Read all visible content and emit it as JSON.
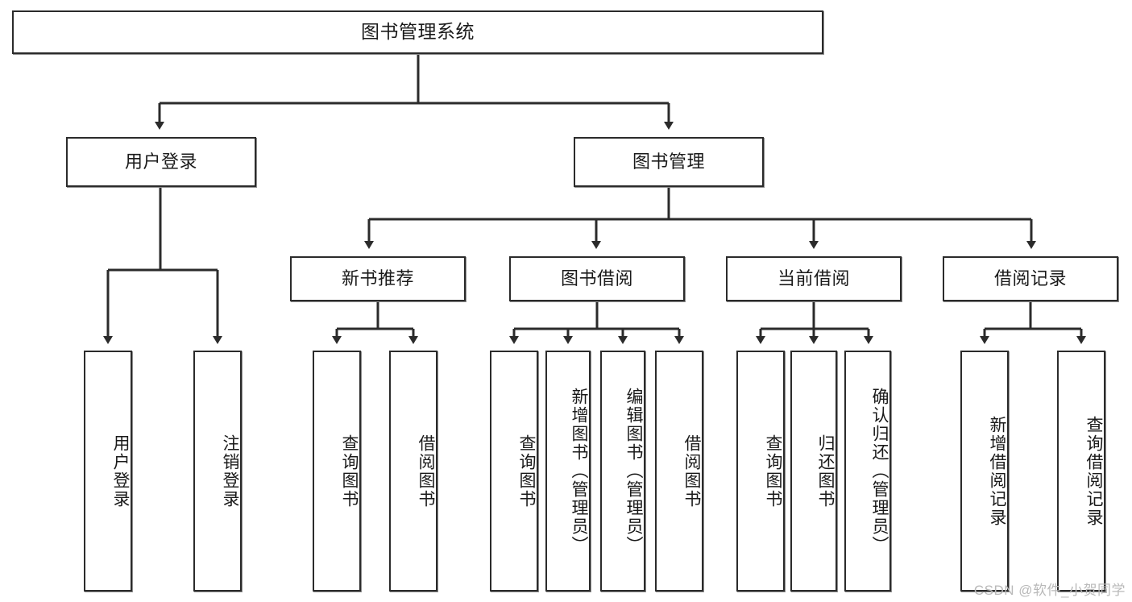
{
  "diagram": {
    "title_root": "图书管理系统",
    "watermark": "CSDN @软件_小贺同学",
    "level1": [
      {
        "label": "用户登录"
      },
      {
        "label": "图书管理"
      }
    ],
    "level2": [
      {
        "label": "新书推荐"
      },
      {
        "label": "图书借阅"
      },
      {
        "label": "当前借阅"
      },
      {
        "label": "借阅记录"
      }
    ],
    "leaves": {
      "user_login": [
        {
          "label": "用户登录"
        },
        {
          "label": "注销登录"
        }
      ],
      "new_book": [
        {
          "label": "查询图书"
        },
        {
          "label": "借阅图书"
        }
      ],
      "book_borrow": [
        {
          "label": "查询图书"
        },
        {
          "label": "新增图书（管理员）"
        },
        {
          "label": "编辑图书（管理员）"
        },
        {
          "label": "借阅图书"
        }
      ],
      "current_borrow": [
        {
          "label": "查询图书"
        },
        {
          "label": "归还图书"
        },
        {
          "label": "确认归还（管理员）"
        }
      ],
      "borrow_record": [
        {
          "label": "新增借阅记录"
        },
        {
          "label": "查询借阅记录"
        }
      ]
    },
    "colors": {
      "stroke": "#2b2b2b",
      "fill": "#ffffff",
      "text": "#1a1a1a",
      "watermark": "#b9b9b9"
    }
  }
}
